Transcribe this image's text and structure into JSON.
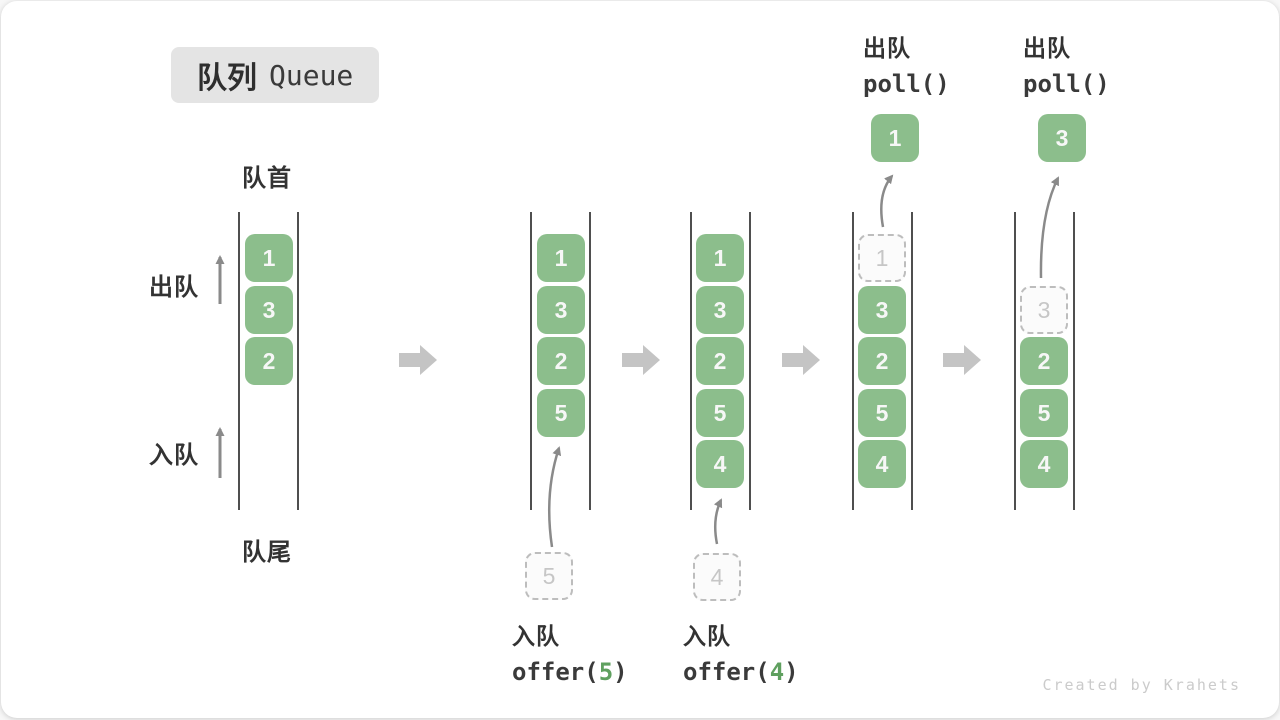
{
  "title": {
    "zh": "队列",
    "en": "Queue"
  },
  "labels": {
    "front": "队首",
    "rear": "队尾",
    "dequeue_side": "出队",
    "enqueue_side": "入队"
  },
  "operations": {
    "enqueue5": {
      "label": "入队",
      "fn": "offer(",
      "arg": "5",
      "close": ")"
    },
    "enqueue4": {
      "label": "入队",
      "fn": "offer(",
      "arg": "4",
      "close": ")"
    },
    "poll_first": {
      "label": "出队",
      "code": "poll()"
    },
    "poll_second": {
      "label": "出队",
      "code": "poll()"
    }
  },
  "queues": [
    {
      "boxes": [
        "1",
        "3",
        "2"
      ]
    },
    {
      "boxes": [
        "1",
        "3",
        "2",
        "5"
      ],
      "pending": "5"
    },
    {
      "boxes": [
        "1",
        "3",
        "2",
        "5",
        "4"
      ],
      "pending": "4"
    },
    {
      "removed": "1",
      "polled": "1",
      "boxes": [
        "3",
        "2",
        "5",
        "4"
      ]
    },
    {
      "removed": "3",
      "polled": "3",
      "boxes": [
        "2",
        "5",
        "4"
      ]
    }
  ],
  "watermark": "Created by Krahets",
  "colors": {
    "green": "#8CBE8C",
    "box_text": "#F7F7F7",
    "dark": "#333333",
    "code_dark": "#3A3A3A",
    "code_green": "#5FA05F",
    "wall": "#4F4F4F",
    "arrow": "#8A8A8A",
    "block_arrow": "#C4C4C4",
    "dashed_border": "#BDBDBD",
    "dashed_text": "#C6C6C6",
    "dashed_bg": "#FBFBFB",
    "badge_bg": "#E4E4E4",
    "watermark": "#CBCBCB"
  }
}
